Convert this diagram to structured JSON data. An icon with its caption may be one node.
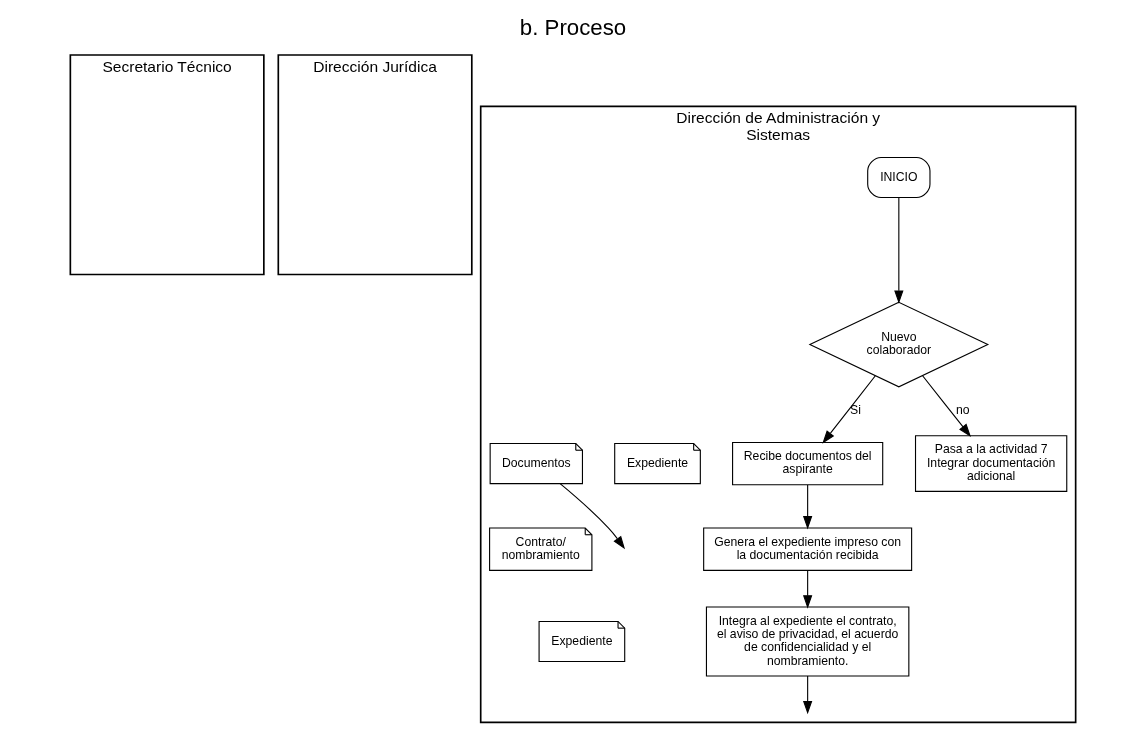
{
  "diagram": {
    "title": "b. Proceso",
    "nodes": [
      {
        "text": [
          "Secretario Técnico"
        ]
      },
      {
        "text": [
          "Dirección Jurídica"
        ]
      },
      {
        "text": [
          "Dirección de Administración y Sistemas"
        ]
      },
      {
        "text": [
          "INICIO"
        ],
        "in": 2
      },
      {
        "text": [
          "Nuevo colaborador"
        ],
        "in": 2
      },
      {
        "text": [
          "Recibe documentos del aspirante"
        ],
        "in": 2
      },
      {
        "text": [
          "Expediente"
        ],
        "in": 2
      },
      {
        "text": [
          "Pasa a la actividad 7 Integrar documentación adicional"
        ],
        "in": 2
      },
      {
        "text": [
          "Documentos"
        ],
        "in": 2
      },
      {
        "text": [
          "Genera el expediente impreso con la documentación recibida"
        ],
        "in": 2
      },
      {
        "text": [
          "Contrato/ nombramiento"
        ],
        "in": 2
      },
      {
        "text": [
          "Integra al expediente el contrato, el aviso de privacidad, el acuerdo de confidencialidad y el nombramiento."
        ],
        "in": 2
      },
      {
        "text": [
          "Expediente"
        ],
        "in": 2
      }
    ],
    "edges": [
      {
        "from": 3,
        "to": 4,
        "arrow": "to"
      },
      {
        "from": 4,
        "to": 5,
        "arrow": "to",
        "label": "Si"
      },
      {
        "from": 4,
        "to": 7,
        "arrow": "to",
        "label": "no"
      },
      {
        "from": 5,
        "to": 9,
        "arrow": "to"
      },
      {
        "from": 9,
        "to": 11,
        "arrow": "to"
      },
      {
        "from": 11,
        "to": null,
        "arrow": "to"
      },
      {
        "from": 8,
        "to": null,
        "arrow": "to"
      }
    ]
  }
}
